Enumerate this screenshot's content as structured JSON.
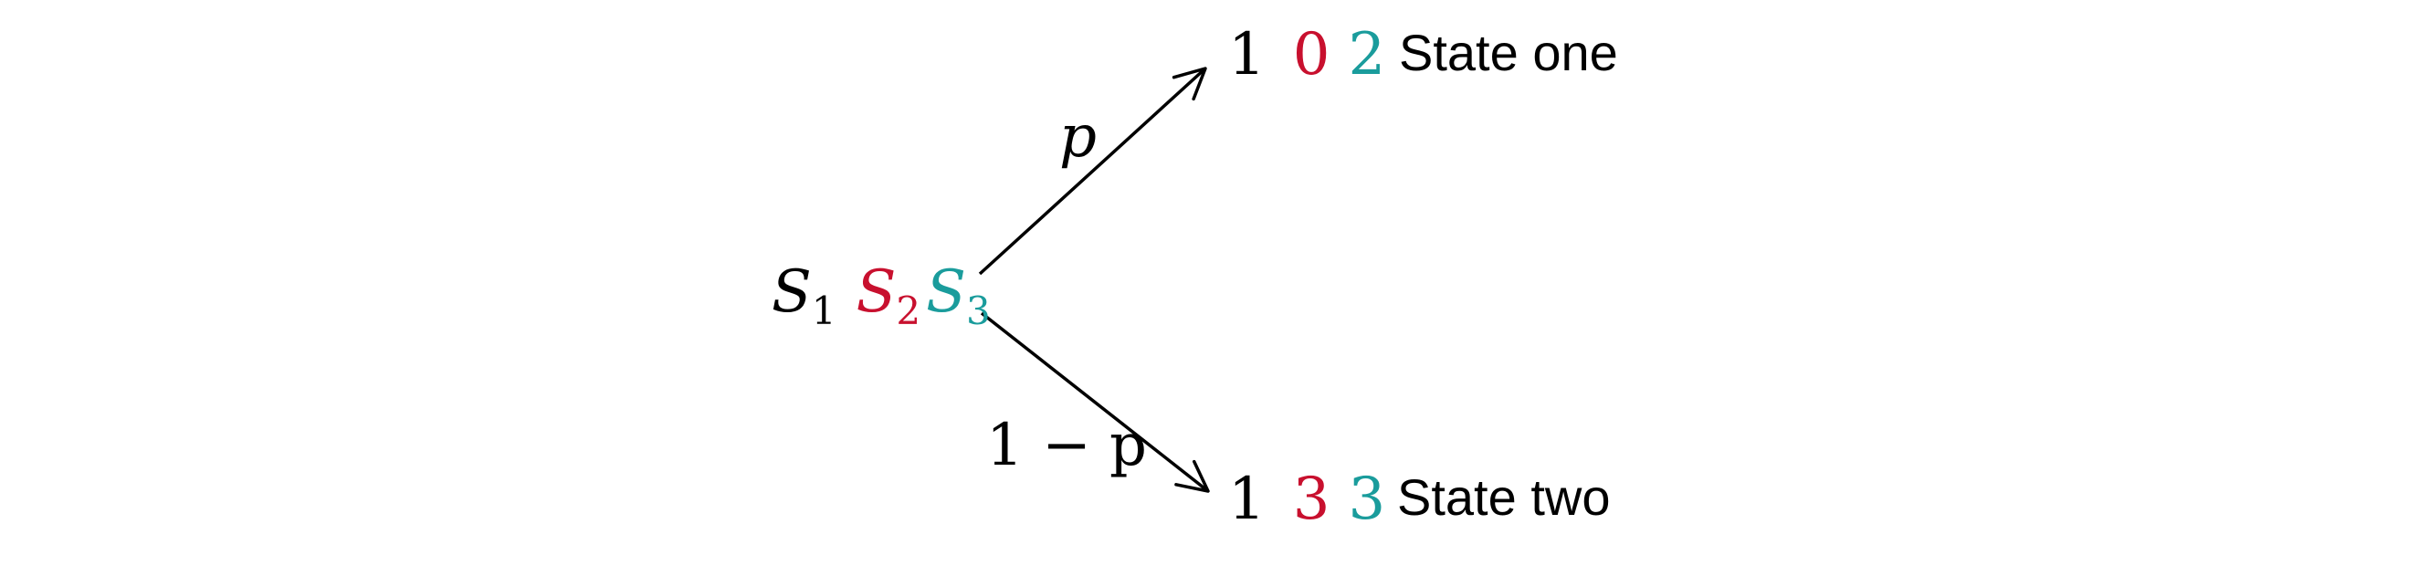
{
  "colors": {
    "black": "#000000",
    "red": "#c8102e",
    "teal": "#1a9c9c"
  },
  "source": {
    "s1": {
      "symbol": "S",
      "subscript": "1"
    },
    "s2": {
      "symbol": "S",
      "subscript": "2"
    },
    "s3": {
      "symbol": "S",
      "subscript": "3"
    }
  },
  "upper_edge": {
    "probability": "p"
  },
  "lower_edge": {
    "probability": "1 − p"
  },
  "state_one": {
    "v1": "1",
    "v2": "0",
    "v3": "2",
    "label": "State one"
  },
  "state_two": {
    "v1": "1",
    "v2": "3",
    "v3": "3",
    "label": "State two"
  }
}
